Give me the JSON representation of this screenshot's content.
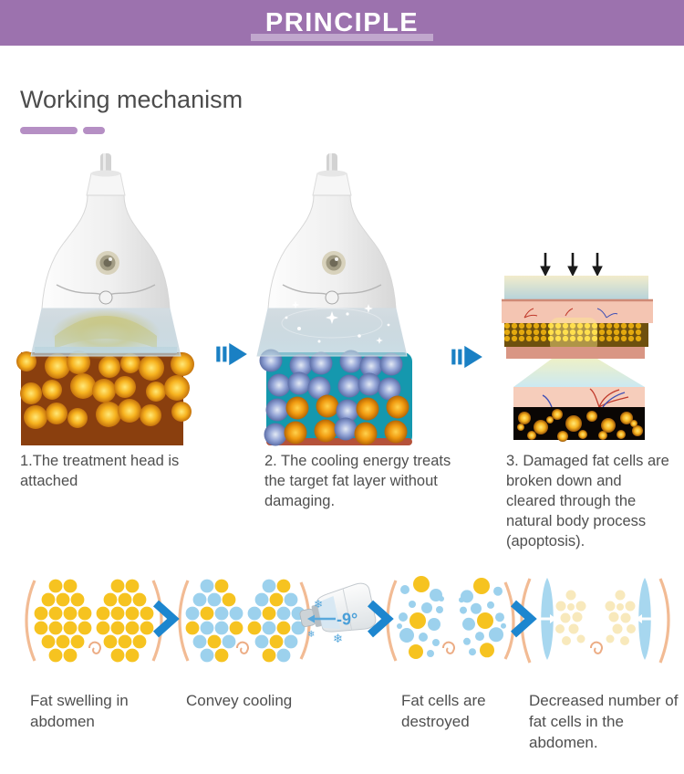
{
  "banner": {
    "title": "PRINCIPLE"
  },
  "section": {
    "title": "Working mechanism"
  },
  "steps": [
    {
      "caption": "1.The treatment head is attached"
    },
    {
      "caption": "2. The cooling energy treats the target fat layer without damaging."
    },
    {
      "caption": "3. Damaged fat cells are broken down and cleared through the natural body process (apoptosis)."
    }
  ],
  "process": {
    "temperature_label": "-9°",
    "stages": [
      {
        "label": "Fat swelling in abdomen"
      },
      {
        "label": "Convey cooling"
      },
      {
        "label": "Fat cells are destroyed"
      },
      {
        "label": "Decreased number of fat cells in the abdomen."
      }
    ]
  },
  "colors": {
    "banner_purple": "#9c72ae",
    "accent_purple": "#b58fc4",
    "arrow_blue": "#1a80c4",
    "chevron_blue": "#1d86cf",
    "fat_yellow": "#f6c320",
    "cool_blue": "#9cd1ed",
    "skin_line": "#f2bb94",
    "text_gray": "#4f4f4f"
  }
}
